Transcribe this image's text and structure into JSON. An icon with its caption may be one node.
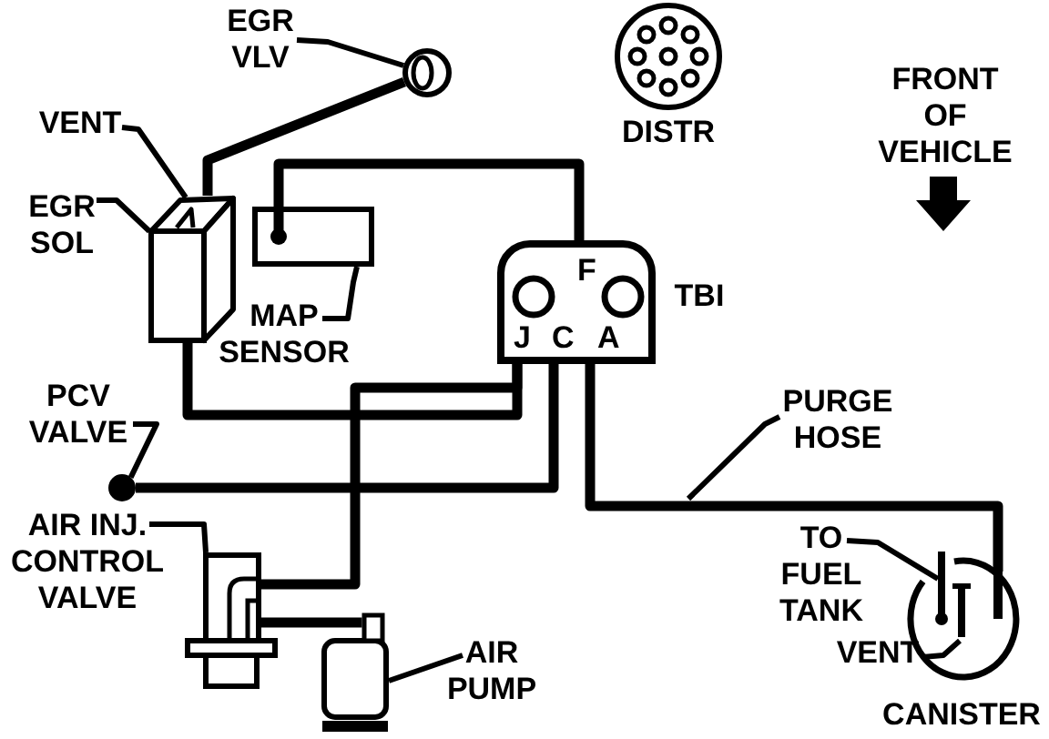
{
  "diagram": {
    "nodes": [
      {
        "text": [
          "EGR VLV"
        ]
      },
      {
        "text": [],
        "shape": "circle"
      },
      {
        "text": [
          "VENT"
        ]
      },
      {
        "text": [
          "EGR SOL"
        ]
      },
      {
        "text": [],
        "shape": "box"
      },
      {
        "text": [
          "MAP SENSOR"
        ]
      },
      {
        "text": [],
        "shape": "box"
      },
      {
        "text": [],
        "shape": "circle",
        "beside": [
          "DISTR"
        ]
      },
      {
        "text": [
          "F",
          "J",
          "C",
          "A"
        ],
        "beside": [
          "TBI"
        ]
      },
      {
        "text": [
          "PCV VALVE"
        ]
      },
      {
        "text": [],
        "shape": "circle"
      },
      {
        "text": [
          "AIR INJ. CONTROL VALVE"
        ]
      },
      {
        "text": [],
        "shape": "picture"
      },
      {
        "text": [
          "AIR PUMP"
        ]
      },
      {
        "text": [],
        "shape": "box"
      },
      {
        "text": [
          "PURGE HOSE"
        ]
      },
      {
        "text": [
          "TO FUEL TANK"
        ]
      },
      {
        "text": [
          "VENT"
        ]
      },
      {
        "text": [],
        "shape": "picture",
        "beside": [
          "CANISTER"
        ]
      }
    ],
    "edges": [
      {
        "from": 0,
        "to": 1,
        "arrow": "none"
      },
      {
        "from": 4,
        "to": 1,
        "arrow": "none",
        "style": "thick"
      },
      {
        "from": 2,
        "to": 4,
        "arrow": "none"
      },
      {
        "from": 3,
        "to": 4,
        "arrow": "none"
      },
      {
        "from": 6,
        "to": 8,
        "arrow": "none",
        "style": "thick"
      },
      {
        "from": 5,
        "to": 6,
        "arrow": "none"
      },
      {
        "from": 4,
        "to": 8,
        "arrow": "none",
        "style": "thick"
      },
      {
        "from": 12,
        "to": 8,
        "arrow": "none",
        "style": "thick"
      },
      {
        "from": 10,
        "to": 8,
        "arrow": "none",
        "style": "thick"
      },
      {
        "from": 9,
        "to": 10,
        "arrow": "none"
      },
      {
        "from": 8,
        "to": 18,
        "arrow": "none",
        "style": "thick"
      },
      {
        "from": 15,
        "to": null,
        "arrow": "none"
      },
      {
        "from": 11,
        "to": 12,
        "arrow": "none"
      },
      {
        "from": 12,
        "to": 14,
        "arrow": "none",
        "style": "thick"
      },
      {
        "from": 13,
        "to": 14,
        "arrow": "none"
      },
      {
        "from": 16,
        "to": 18,
        "arrow": "none"
      },
      {
        "from": 17,
        "to": 18,
        "arrow": "none"
      }
    ],
    "labels": [
      "FRONT OF VEHICLE"
    ]
  }
}
